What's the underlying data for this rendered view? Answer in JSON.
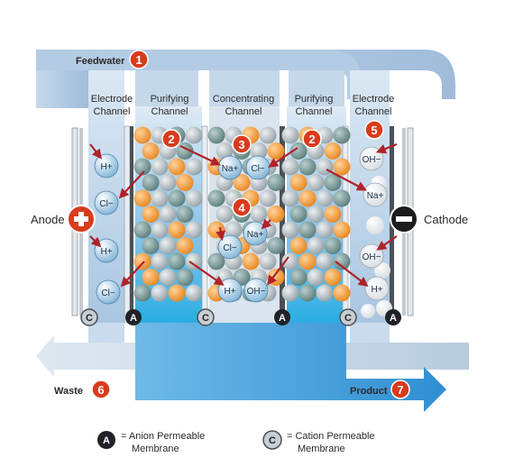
{
  "labels": {
    "feedwater": "Feedwater",
    "waste": "Waste",
    "product": "Product",
    "anode": "Anode",
    "cathode": "Cathode"
  },
  "channels": {
    "electrode_left": [
      "Electrode",
      "Channel"
    ],
    "purifying_left": [
      "Purifying",
      "Channel"
    ],
    "concentrating": [
      "Concentrating",
      "Channel"
    ],
    "purifying_right": [
      "Purifying",
      "Channel"
    ],
    "electrode_right": [
      "Electrode",
      "Channel"
    ]
  },
  "steps": {
    "feedwater": "1",
    "purify_left": "2",
    "purify_right": "2",
    "concentrate_top": "3",
    "concentrate_mid": "4",
    "electrode_right": "5",
    "waste": "6",
    "product": "7"
  },
  "ions": {
    "left_electrode": [
      "H+",
      "Cl−",
      "H+",
      "Cl−"
    ],
    "conc_top": [
      "Na+",
      "Cl−"
    ],
    "conc_mid": [
      "Na+",
      "Cl−"
    ],
    "conc_bottom": [
      "H+",
      "OH−"
    ],
    "right_electrode": [
      "OH−",
      "Na+",
      "OH−",
      "H+"
    ]
  },
  "membranes": {
    "A": "A",
    "C": "C",
    "order": [
      "C",
      "A",
      "C",
      "A",
      "C",
      "A"
    ]
  },
  "legend": {
    "anion": [
      "= Anion Permeable",
      "Membrane"
    ],
    "cation": [
      "= Cation Permeable",
      "Membrane"
    ]
  },
  "colors": {
    "flow_light": "#c9dced",
    "flow_mid": "#8cb0d2",
    "product_blue": "#3f9bd8",
    "channel_fill": "#2bb2e3",
    "badge_red": "#d93b1c",
    "resin_orange": "#f29a35",
    "resin_gray": "#b7c0c4",
    "resin_teal": "#6f8f8e",
    "arrow_red": "#b0222a"
  },
  "icons": {
    "anode": "plus-icon",
    "cathode": "minus-icon"
  }
}
